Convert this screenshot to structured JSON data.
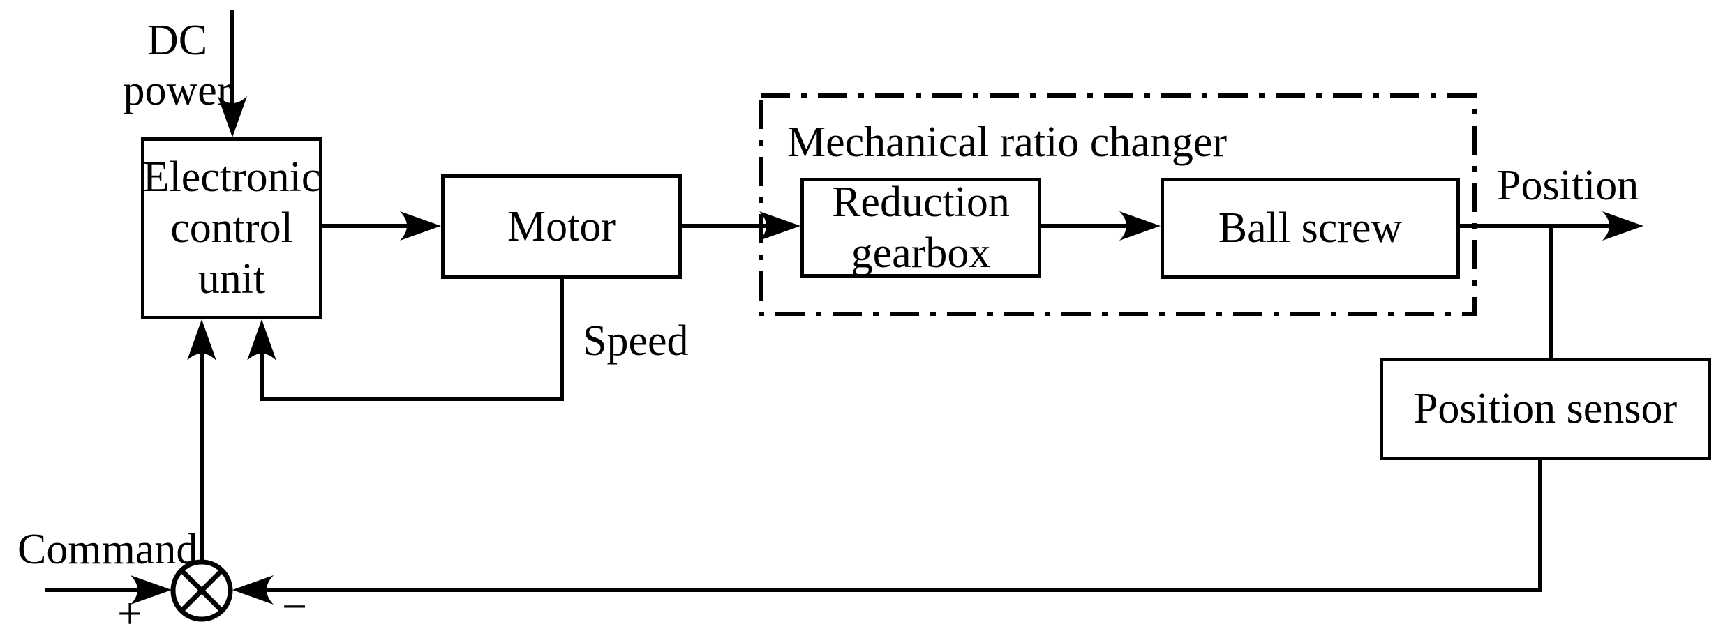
{
  "colors": {
    "line": "#000000",
    "background": "#ffffff",
    "text": "#000000"
  },
  "boxes": {
    "ecu": "Electronic control unit",
    "motor": "Motor",
    "reduction_gearbox": "Reduction gearbox",
    "ball_screw": "Ball screw",
    "position_sensor": "Position sensor"
  },
  "group": {
    "label": "Mechanical ratio changer",
    "border_style": "dash-dot"
  },
  "labels": {
    "dc_line1": "DC",
    "dc_line2": "power",
    "speed": "Speed",
    "position": "Position",
    "command": "Command"
  },
  "summing_junction": {
    "symbol": "circle-with-cross",
    "sign_positive": "+",
    "sign_negative": "−"
  }
}
